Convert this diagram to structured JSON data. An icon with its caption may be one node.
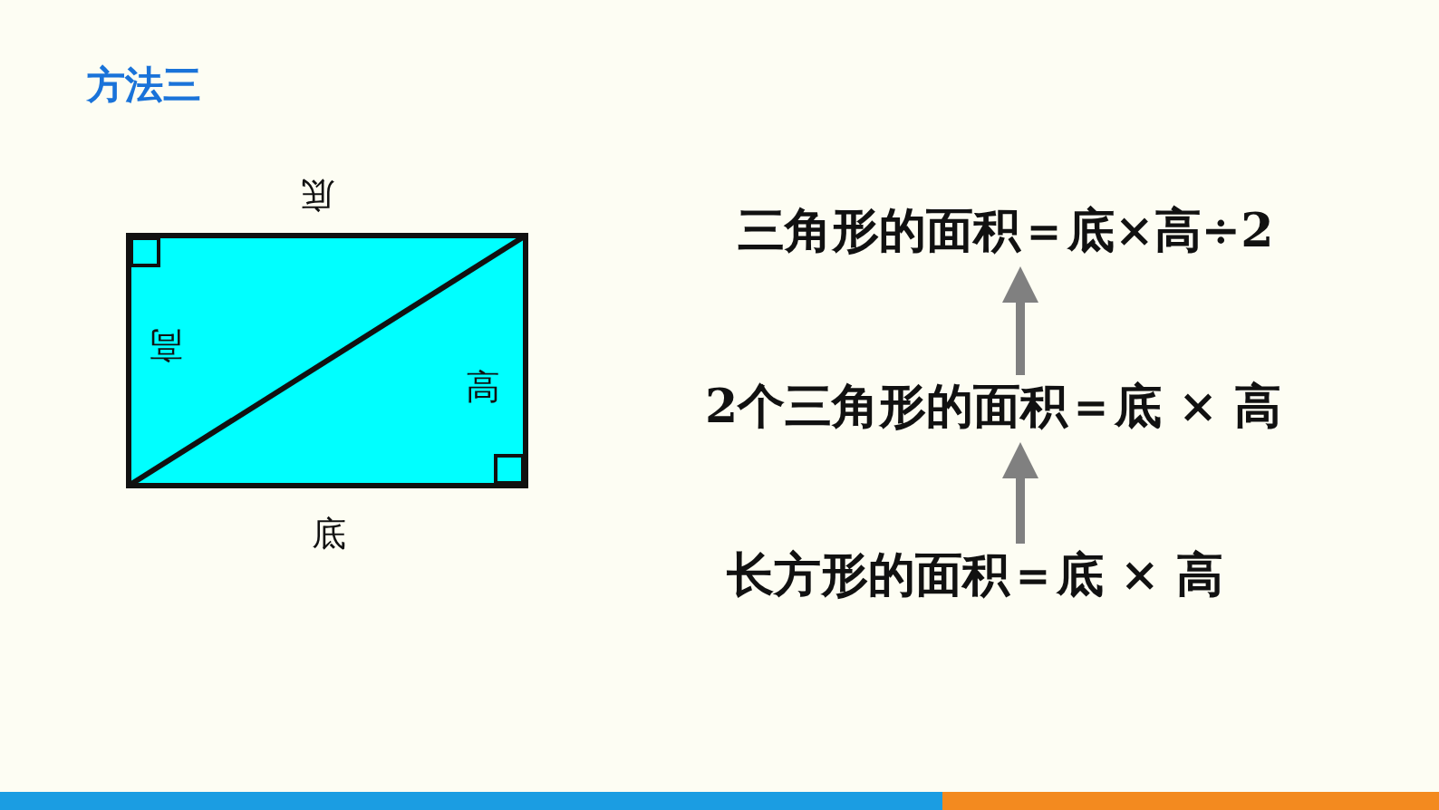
{
  "diagram": {
    "title": "方法三",
    "nodes": [
      {
        "text": [
          "三角形的面积＝底×高÷2"
        ]
      },
      {
        "text": [
          "2个三角形的面积＝底 × 高"
        ]
      },
      {
        "text": [
          "长方形的面积＝底 × 高"
        ]
      }
    ],
    "edges": [
      {
        "from": 2,
        "to": 1,
        "arrow": "to"
      },
      {
        "from": 1,
        "to": 0,
        "arrow": "to"
      }
    ],
    "labels": [
      "底",
      "高",
      "高",
      "底"
    ]
  }
}
